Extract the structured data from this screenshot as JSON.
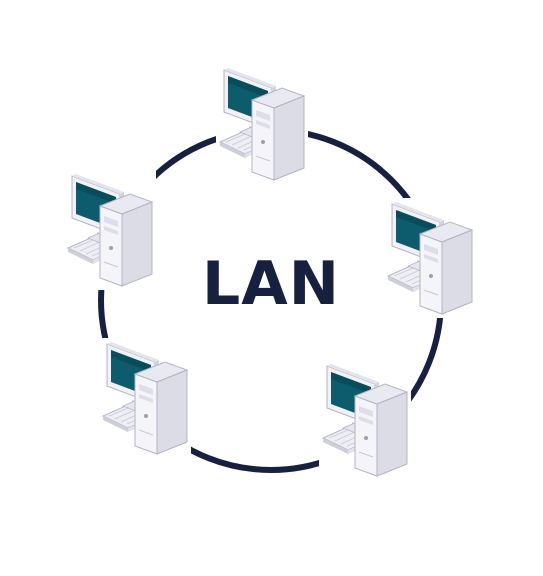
{
  "center_label": "LAN",
  "nodes": [
    {
      "name": "workstation-top"
    },
    {
      "name": "workstation-left"
    },
    {
      "name": "workstation-right"
    },
    {
      "name": "workstation-bottom-left"
    },
    {
      "name": "workstation-bottom-right"
    }
  ],
  "colors": {
    "ring": "#17213f",
    "label": "#17213f",
    "screen": "#0d5c6e",
    "screen_dark": "#08404d",
    "case_light": "#f4f4f9",
    "case_mid": "#dcdce6",
    "case_dark": "#c3c3d0",
    "outline": "#b4b4c4"
  }
}
